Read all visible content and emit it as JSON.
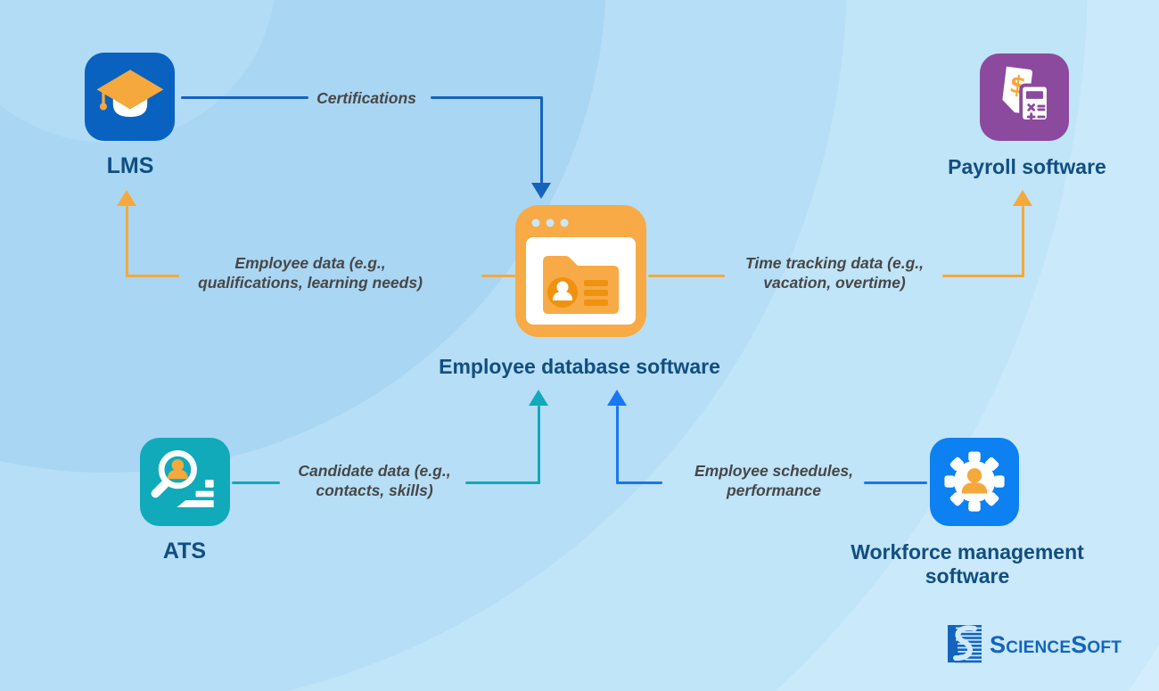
{
  "title": "HR software integrations diagram",
  "nodes": {
    "lms": {
      "label": "LMS",
      "icon": "graduation-cap-icon",
      "color": "#0962C0"
    },
    "payroll": {
      "label": "Payroll software",
      "icon": "invoice-calculator-icon",
      "color": "#8B4A9D"
    },
    "ats": {
      "label": "ATS",
      "icon": "candidate-search-icon",
      "color": "#10AABA"
    },
    "workforce": {
      "label": "Workforce management software",
      "icon": "gear-person-icon",
      "color": "#0D80F2"
    },
    "center": {
      "label": "Employee database software",
      "icon": "employee-database-icon",
      "color": "#F7AA45"
    }
  },
  "flows": {
    "certifications": {
      "lines": [
        "Certifications"
      ],
      "color": "#1464BE",
      "from": "LMS",
      "to": "Employee database software"
    },
    "employee_data": {
      "lines": [
        "Employee data (e.g.,",
        "qualifications, learning needs)"
      ],
      "color": "#F5A83C",
      "from": "Employee database software",
      "to": "LMS"
    },
    "time_tracking": {
      "lines": [
        "Time tracking data (e.g.,",
        "vacation, overtime)"
      ],
      "color": "#F5A83C",
      "from": "Employee database software",
      "to": "Payroll software"
    },
    "candidate_data": {
      "lines": [
        "Candidate data (e.g.,",
        "contacts, skills)"
      ],
      "color": "#12A9B9",
      "from": "ATS",
      "to": "Employee database software"
    },
    "schedules": {
      "lines": [
        "Employee schedules,",
        "performance"
      ],
      "color": "#1877F2",
      "from": "Workforce management software",
      "to": "Employee database software"
    }
  },
  "logo": {
    "text": "ScienceSoft",
    "color": "#1464BE"
  }
}
